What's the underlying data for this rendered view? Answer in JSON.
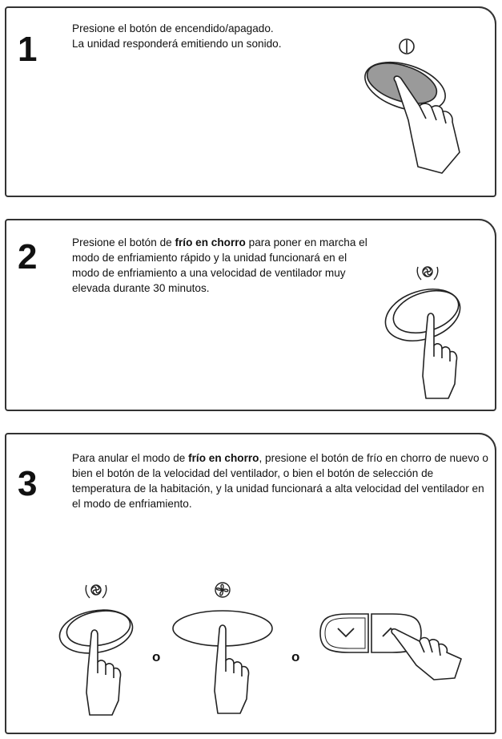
{
  "steps": [
    {
      "number": "1",
      "text": "Presione el botón de encendido/apagado. La unidad responderá emitiendo un sonido."
    },
    {
      "number": "2",
      "text_before": "Presione el botón de ",
      "text_bold": "frío en chorro",
      "text_after": " para poner en marcha el modo de enfriamiento rápido y la unidad funcionará en el modo de enfriamiento a una velocidad de ventilador muy elevada durante 30 minutos."
    },
    {
      "number": "3",
      "text_before": "Para anular el modo de ",
      "text_bold": "frío en chorro",
      "text_after": ", presione el botón de frío en chorro de nuevo o bien el botón de la velocidad del ventilador, o bien el botón de selección de temperatura de la habitación, y la unidad funcionará a alta velocidad del ventilador en el modo de enfriamiento.",
      "connector_1": "o",
      "connector_2": "o"
    }
  ],
  "icons": {
    "power": "power-icon",
    "jet_cool": "jet-cool-icon",
    "fan": "fan-icon",
    "down": "chevron-down-icon",
    "up": "chevron-up-icon",
    "hand": "pointing-hand-icon"
  }
}
